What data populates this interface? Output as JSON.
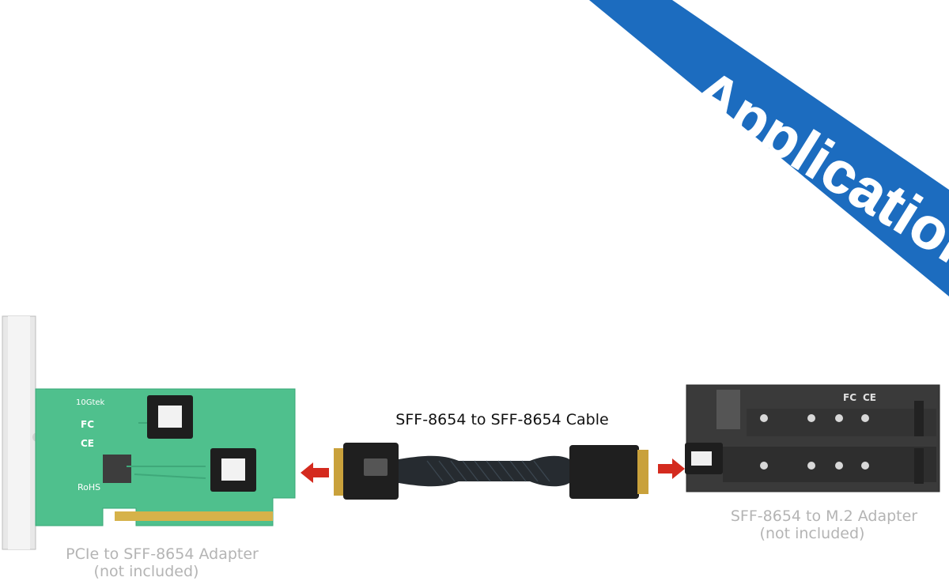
{
  "banner": {
    "label": "Application",
    "color": "#1c6cbf"
  },
  "cable": {
    "title": "SFF-8654 to SFF-8654 Cable"
  },
  "left_adapter": {
    "name": "PCIe to SFF-8654 Adapter",
    "note": "(not included)",
    "brand": "10Gtek",
    "marks": [
      "FC",
      "CE",
      "RoHS"
    ]
  },
  "right_adapter": {
    "name": "SFF-8654 to M.2 Adapter",
    "note": "(not included)",
    "marks": [
      "FC",
      "CE"
    ]
  },
  "colors": {
    "arrow": "#d42a1e",
    "pcb_green": "#4fc08d",
    "pcb_dark": "#3a3a3a"
  }
}
